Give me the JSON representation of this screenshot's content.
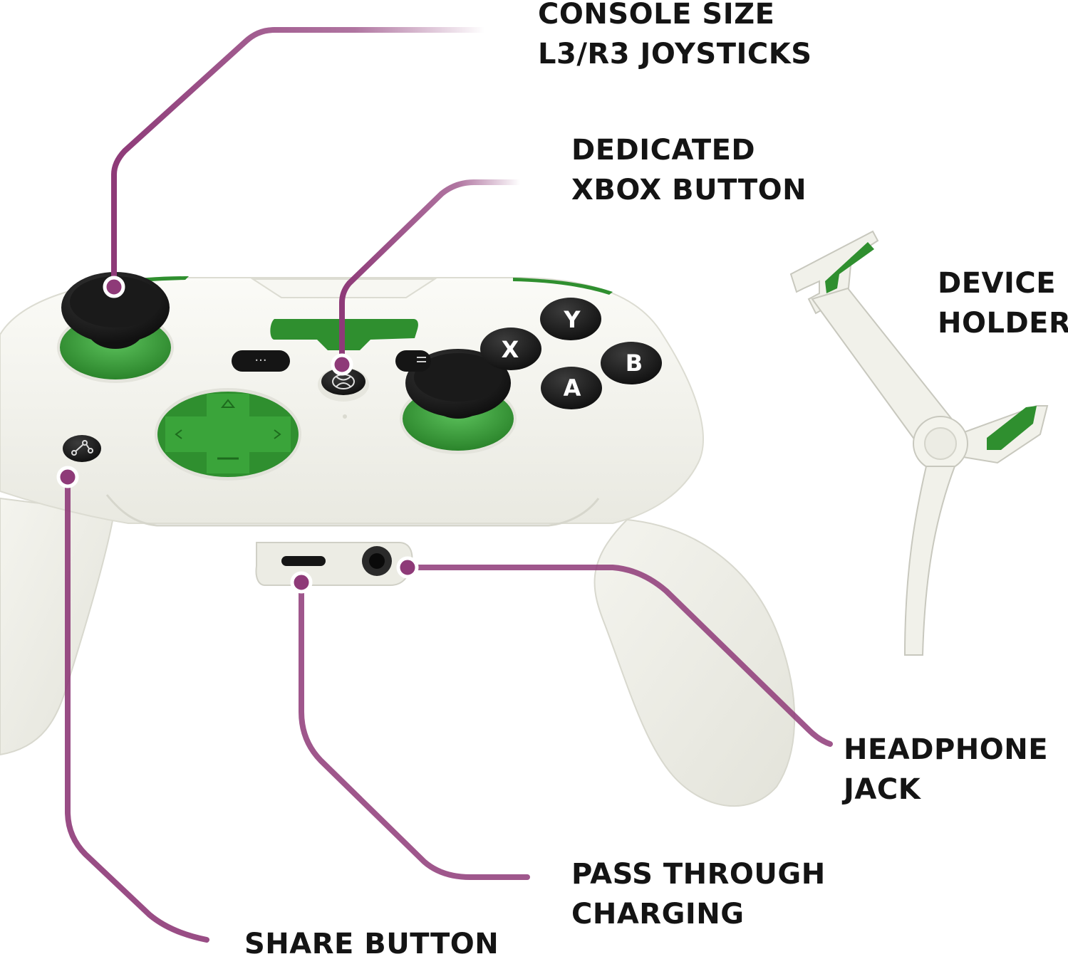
{
  "callouts": {
    "joysticks": {
      "line1": "CONSOLE SIZE",
      "line2": "L3/R3 JOYSTICKS"
    },
    "xbox_button": {
      "line1": "DEDICATED",
      "line2": "XBOX BUTTON"
    },
    "device_holder": {
      "line1": "DEVICE",
      "line2": "HOLDER"
    },
    "headphone_jack": {
      "line1": "HEADPHONE",
      "line2": "JACK"
    },
    "charging": {
      "line1": "PASS THROUGH",
      "line2": "CHARGING"
    },
    "share_button": {
      "line1": "SHARE BUTTON"
    }
  },
  "face_buttons": {
    "y": "Y",
    "x": "X",
    "b": "B",
    "a": "A"
  },
  "colors": {
    "callout_line": "#8e3a78",
    "accent_green": "#2f8f2f",
    "body_white": "#f1f1ea",
    "button_black": "#151515"
  },
  "icons": [
    "xbox-logo-icon",
    "share-icon",
    "menu-dots-icon",
    "view-icon"
  ]
}
